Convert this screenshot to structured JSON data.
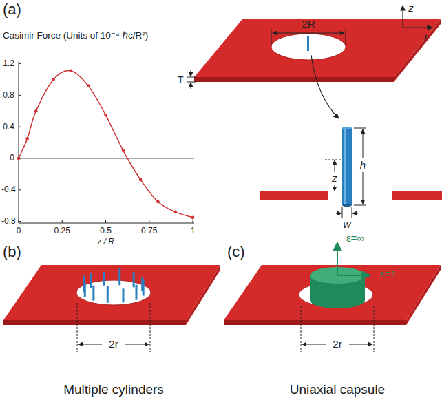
{
  "diagram": {
    "labels": [
      "(a)",
      "Casimir Force (Units of 10⁻⁴ ℏc/R²)",
      "1.2",
      "0.8",
      "0.4",
      "0",
      "-0.4",
      "-0.8",
      "0",
      "0.25",
      "0.5",
      "0.75",
      "1",
      "z / R",
      "2R",
      "z",
      "r",
      "T",
      "h",
      "z",
      "w",
      "(b)",
      "(c)",
      "2r",
      "2r",
      "Multiple cylinders",
      "Uniaxial capsule",
      "ε=∞",
      "ε=1"
    ]
  }
}
